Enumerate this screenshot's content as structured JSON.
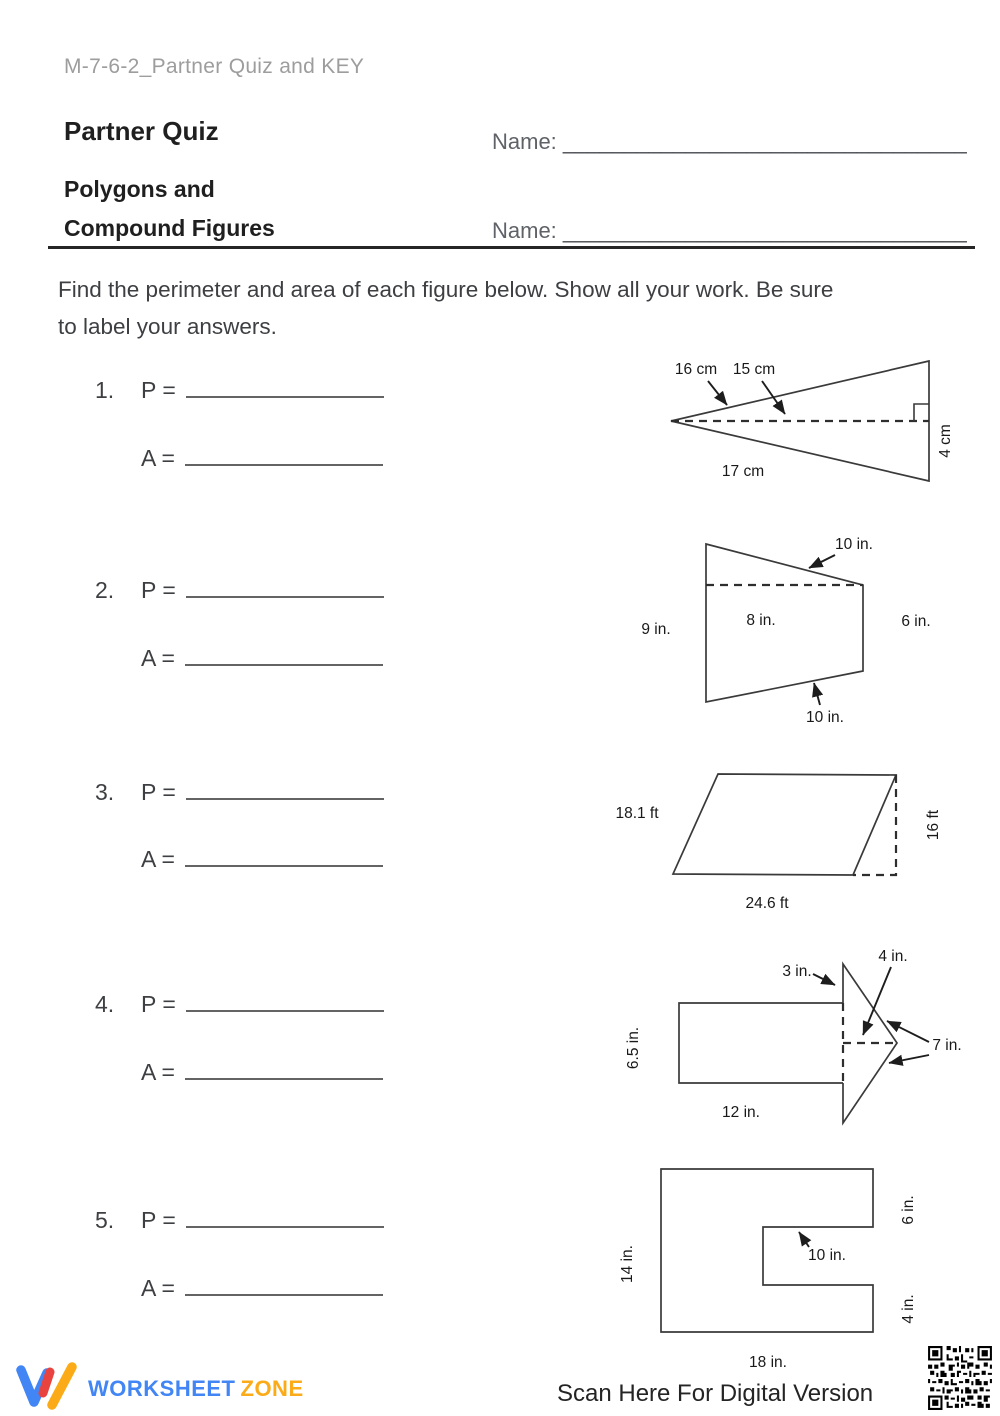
{
  "document": {
    "file_label": "M-7-6-2_Partner Quiz and KEY",
    "title": "Partner Quiz",
    "subtitle_line1": "Polygons and",
    "subtitle_line2": "Compound Figures",
    "name_label": "Name:",
    "name_blank": "_________________________________",
    "instructions_line1": "Find the perimeter and area of each figure below. Show all your work. Be sure",
    "instructions_line2": "to label your answers."
  },
  "problems": [
    {
      "number": "1.",
      "perimeter_label": "P =",
      "area_label": "A ="
    },
    {
      "number": "2.",
      "perimeter_label": "P =",
      "area_label": "A ="
    },
    {
      "number": "3.",
      "perimeter_label": "P =",
      "area_label": "A ="
    },
    {
      "number": "4.",
      "perimeter_label": "P =",
      "area_label": "A ="
    },
    {
      "number": "5.",
      "perimeter_label": "P =",
      "area_label": "A ="
    }
  ],
  "figures": {
    "triangle": {
      "side_top": "16 cm",
      "height_dashed": "15 cm",
      "side_bottom": "17 cm",
      "base_right": "4 cm"
    },
    "trapezoid": {
      "slant_top": "10 in.",
      "width_dashed": "8 in.",
      "left_side": "9 in.",
      "right_side": "6 in.",
      "slant_bottom": "10 in."
    },
    "parallelogram": {
      "slant_side": "18.1 ft",
      "height_dashed": "16 ft",
      "base": "24.6 ft"
    },
    "arrow_shape": {
      "head_base_top": "3 in.",
      "head_depth_dashed": "4 in.",
      "head_edges": "7 in.",
      "rect_height": "6.5 in.",
      "rect_width": "12 in."
    },
    "c_shape": {
      "left_side": "14 in.",
      "right_top": "6 in.",
      "right_bottom": "4 in.",
      "notch_width": "10 in.",
      "bottom": "18 in."
    }
  },
  "footer": {
    "brand_word1": "WORKSHEET",
    "brand_word2": "ZONE",
    "scan_text": "Scan Here For Digital Version",
    "colors": {
      "brand_blue": "#4285f4",
      "brand_red": "#e8433e",
      "brand_yellow": "#fbab18"
    }
  }
}
